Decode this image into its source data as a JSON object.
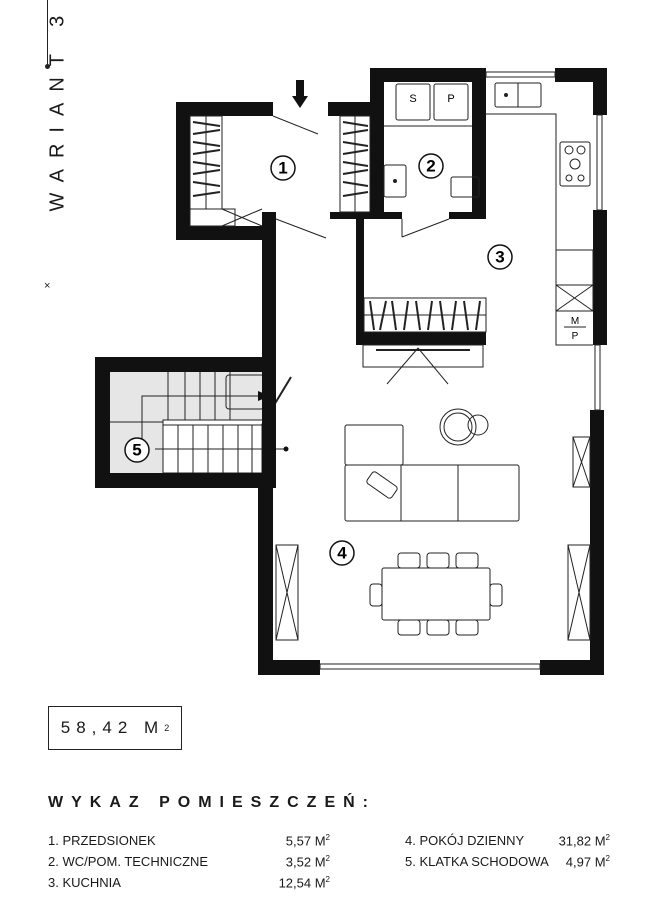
{
  "title": "WARIANT 3",
  "title_mark": "×",
  "rooms_on_plan": [
    "1",
    "2",
    "3",
    "4",
    "5"
  ],
  "fixtures": {
    "washer": "S",
    "dryer": "P",
    "appliance_top": "M",
    "appliance_bottom": "P"
  },
  "total_area": {
    "value": "58,42 M",
    "unit_sup": "2"
  },
  "list_title": "WYKAZ POMIESZCZEŃ:",
  "rooms": [
    {
      "name": "1. PRZEDSIONEK",
      "area": "5,57 M",
      "sup": "2"
    },
    {
      "name": "2. WC/POM. TECHNICZNE",
      "area": "3,52 M",
      "sup": "2"
    },
    {
      "name": "3. KUCHNIA",
      "area": "12,54 M",
      "sup": "2"
    },
    {
      "name": "4. POKÓJ DZIENNY",
      "area": "31,82 M",
      "sup": "2"
    },
    {
      "name": "5. KLATKA SCHODOWA",
      "area": "4,97 M",
      "sup": "2"
    }
  ]
}
